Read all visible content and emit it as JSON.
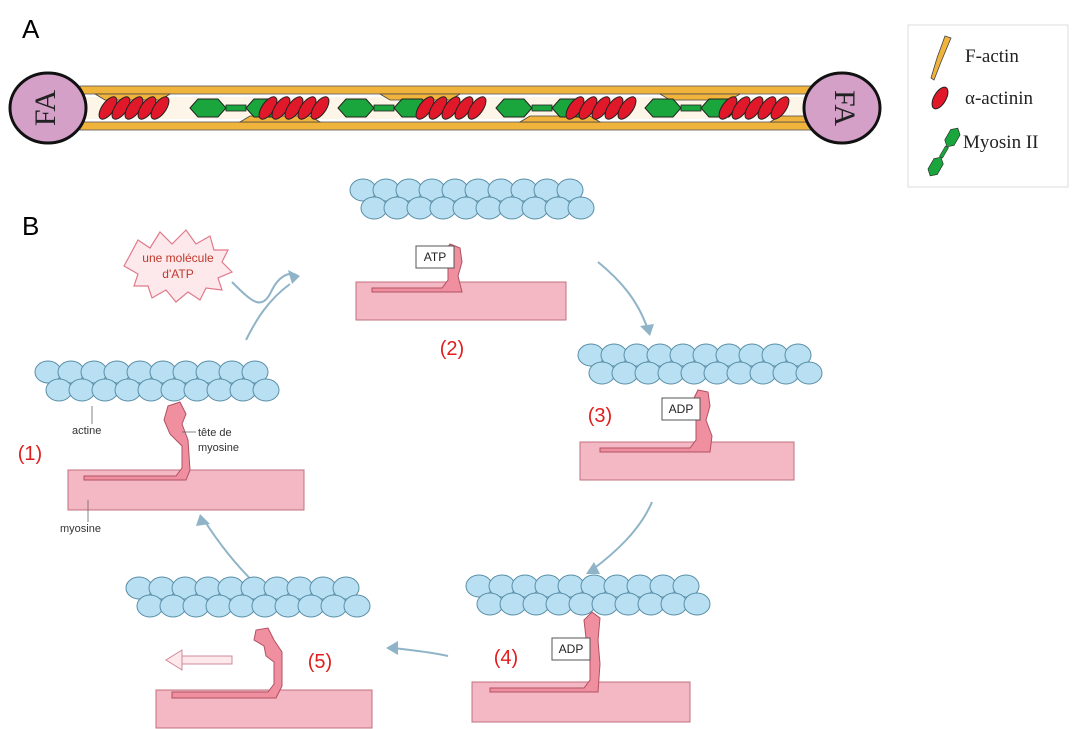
{
  "panel_a": {
    "label": "A",
    "focal_adhesion_label": "FA",
    "legend": {
      "f_actin": "F-actin",
      "alpha_actinin": "α-actinin",
      "myosin": "Myosin II"
    }
  },
  "panel_b": {
    "label": "B",
    "atp_burst": [
      "une molécule",
      "d'ATP"
    ],
    "steps": [
      "(1)",
      "(2)",
      "(3)",
      "(4)",
      "(5)"
    ],
    "labels": {
      "actine": "actine",
      "tete": [
        "tête de",
        "myosine"
      ],
      "myosine": "myosine",
      "atp": "ATP",
      "adp": "ADP"
    }
  },
  "colors": {
    "actin_bead": "#b8e0f2",
    "actin_stroke": "#5a8fa8",
    "myosin_pink": "#f4b8c4",
    "myosin_head": "#ef8fa0",
    "step_red": "#e01e1e",
    "fiber_yellow": "#f0b43c",
    "actinin_red": "#e0182a",
    "myosin_green": "#1aa63c",
    "fa_purple": "#d4a0c8"
  },
  "icons": {
    "cycle_arrow": "curved-arrow-icon",
    "movement_arrow": "left-arrow-icon"
  }
}
